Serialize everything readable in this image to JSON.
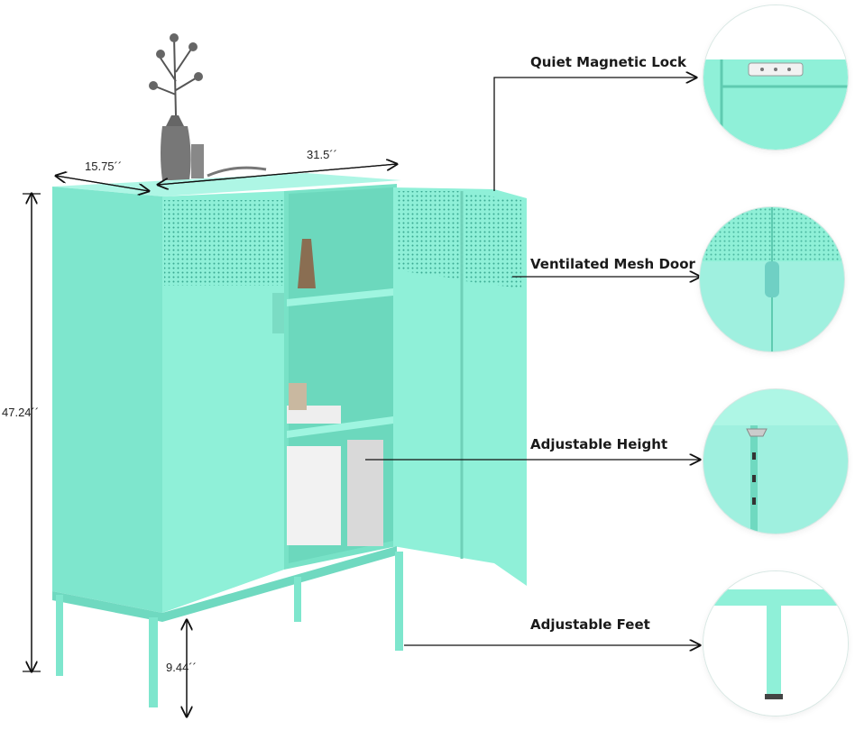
{
  "dimensions": {
    "depth": "15.75´´",
    "width": "31.5´´",
    "height": "47.24´´",
    "leg_height": "9.44´´"
  },
  "features": [
    {
      "label": "Quiet Magnetic Lock"
    },
    {
      "label": "Ventilated Mesh Door"
    },
    {
      "label": "Adjustable Height"
    },
    {
      "label": "Adjustable Feet"
    }
  ],
  "colors": {
    "cabinet": "#8ff0d8",
    "cabinet_shade": "#6fd9c0",
    "cabinet_dark": "#4fc2a8",
    "line": "#111111",
    "background": "#ffffff"
  }
}
